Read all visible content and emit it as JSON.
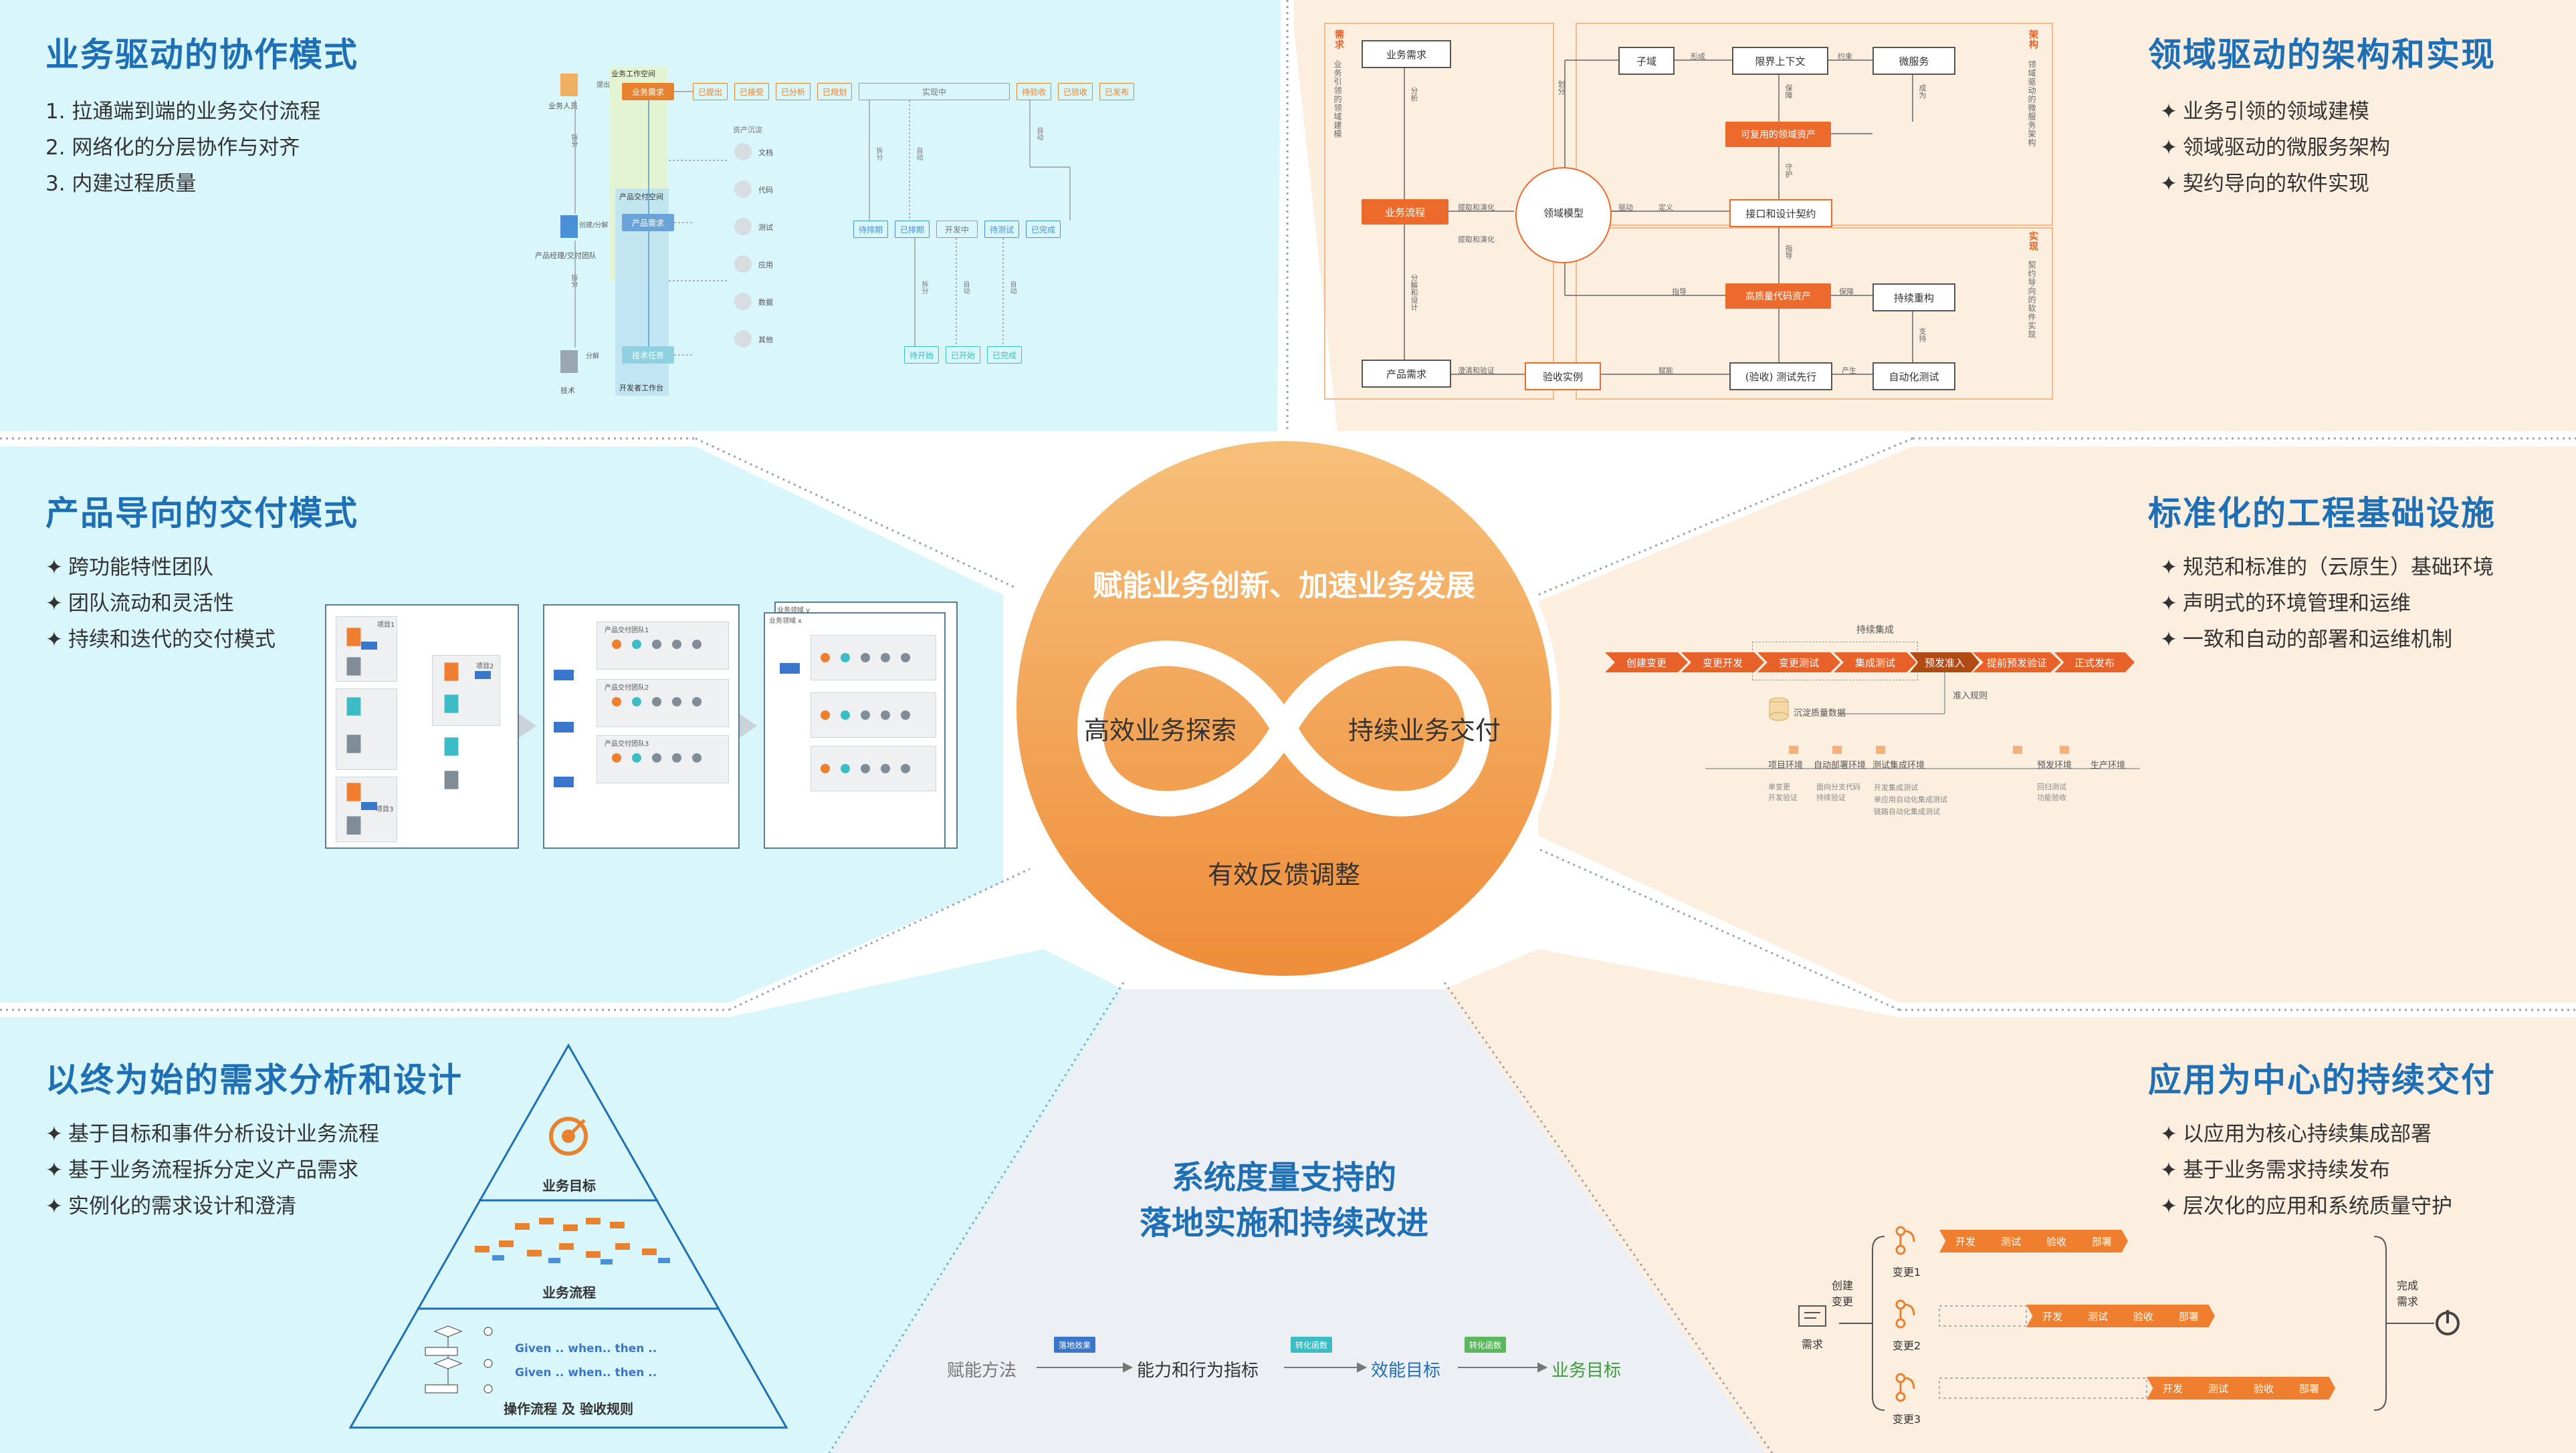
{
  "colors": {
    "cyan_bg": "#d9f6fa",
    "peach_bg": "#fcefe0",
    "gray_bg": "#eceff4",
    "title_blue": "#1f6fb5",
    "orange": "#ec6a2c",
    "teal": "#3cbdc6",
    "center_top": "#f6c07a",
    "center_bottom": "#ef8d3a"
  },
  "center": {
    "headline": "赋能业务创新、加速业务发展",
    "left_loop": "高效业务探索",
    "right_loop": "持续业务交付",
    "bottom": "有效反馈调整"
  },
  "collab": {
    "title": "业务驱动的协作模式",
    "items": [
      "1.  拉通端到端的业务交付流程",
      "2.  网络化的分层协作与对齐",
      "3.  内建过程质量"
    ],
    "roles": [
      "业务人员",
      "产品经理/交付团队",
      "技术"
    ],
    "flow_labels": [
      "提出",
      "拆分",
      "拆分",
      "创建/分解",
      "分解"
    ],
    "spaces": [
      "业务工作空间",
      "产品交付空间",
      "开发者工作台"
    ],
    "boxes": [
      "业务需求",
      "产品需求",
      "技术任务"
    ],
    "assets_title": "资产沉淀",
    "assets": [
      "文档",
      "代码",
      "测试",
      "应用",
      "数据",
      "其他"
    ],
    "top_states": [
      "已提出",
      "已接受",
      "已分析",
      "已规划",
      "实现中",
      "待验收",
      "已验收",
      "已发布"
    ],
    "mid_states": [
      "待排期",
      "已排期",
      "开发中",
      "待测试",
      "已完成"
    ],
    "bot_states": [
      "待开始",
      "已开始",
      "已完成"
    ],
    "connector_labels": [
      "拆分",
      "自动",
      "自动",
      "拆分",
      "自动",
      "自动"
    ]
  },
  "ddd": {
    "title": "领域驱动的架构和实现",
    "items": [
      "业务引领的领域建模",
      "领域驱动的微服务架构",
      "契约导向的软件实现"
    ],
    "side_labels": {
      "req": "需求",
      "req_sub": "业务引领的领域建模",
      "arch": "架构",
      "arch_sub": "领域驱动的微服务架构",
      "impl": "实现",
      "impl_sub": "契约导向的软件实现"
    },
    "nodes": {
      "biz_req": "业务需求",
      "biz_flow": "业务流程",
      "prod_req": "产品需求",
      "domain_model": "领域模型",
      "subdomain": "子域",
      "bounded_ctx": "限界上下文",
      "microservice": "微服务",
      "reusable": "可复用的领域资产",
      "interface": "接口和设计契约",
      "hq_code": "高质量代码资产",
      "refactor": "持续重构",
      "accept_case": "验收实例",
      "test_first": "(验收) 测试先行",
      "auto_test": "自动化测试"
    },
    "edge_labels": [
      "分析",
      "提取和演化",
      "提取和演化",
      "分解和设计",
      "澄清和验证",
      "驱动",
      "划分",
      "形成",
      "约束",
      "保障",
      "成为",
      "守护",
      "定义",
      "指导",
      "指导",
      "保障",
      "支持",
      "赋能",
      "产生"
    ]
  },
  "product": {
    "title": "产品导向的交付模式",
    "items": [
      "跨功能特性团队",
      "团队流动和灵活性",
      "持续和迭代的交付模式"
    ],
    "teams": [
      "项目1",
      "项目2",
      "项目3"
    ],
    "pd_teams": [
      "产品交付团队1",
      "产品交付团队2",
      "产品交付团队3"
    ],
    "domains": [
      "业务领域 y",
      "业务领域 x"
    ]
  },
  "infra": {
    "title": "标准化的工程基础设施",
    "items": [
      "规范和标准的（云原生）基础环境",
      "声明式的环境管理和运维",
      "一致和自动的部署和运维机制"
    ],
    "ci_label": "持续集成",
    "pipeline": [
      "创建变更",
      "变更开发",
      "变更测试",
      "集成测试",
      "预发准入",
      "提前预发验证",
      "正式发布"
    ],
    "gate_label": "准入规则",
    "data_label": "沉淀质量数据",
    "envs": [
      "项目环境",
      "自动部署环境",
      "测试集成环境",
      "预发环境",
      "生产环境"
    ],
    "env_notes": [
      [
        "单变更",
        "开发验证"
      ],
      [
        "面向分支代码",
        "持续验证"
      ],
      [
        "开发集成测试",
        "单应用自动化集成测试",
        "链路自动化集成测试"
      ],
      [
        "回归测试",
        "功能验收"
      ]
    ]
  },
  "req_design": {
    "title": "以终为始的需求分析和设计",
    "items": [
      "基于目标和事件分析设计业务流程",
      "基于业务流程拆分定义产品需求",
      "实例化的需求设计和澄清"
    ],
    "levels": [
      "业务目标",
      "业务流程",
      "操作流程 及 验收规则"
    ],
    "gwt": [
      "Given .. when.. then ..",
      "Given .. when.. then .."
    ]
  },
  "metrics": {
    "title_line1": "系统度量支持的",
    "title_line2": "落地实施和持续改进",
    "chain": [
      "赋能方法",
      "能力和行为指标",
      "效能目标",
      "业务目标"
    ],
    "arrows": [
      "落地效果",
      "转化函数",
      "转化函数"
    ]
  },
  "app_cd": {
    "title": "应用为中心的持续交付",
    "items": [
      "以应用为核心持续集成部署",
      "基于业务需求持续发布",
      "层次化的应用和系统质量守护"
    ],
    "req_label": "需求",
    "create_label": "创建\n变更",
    "done_label": "完成\n需求",
    "changes": [
      "变更1",
      "变更2",
      "变更3"
    ],
    "stages": [
      "开发",
      "测试",
      "验收",
      "部署"
    ]
  }
}
